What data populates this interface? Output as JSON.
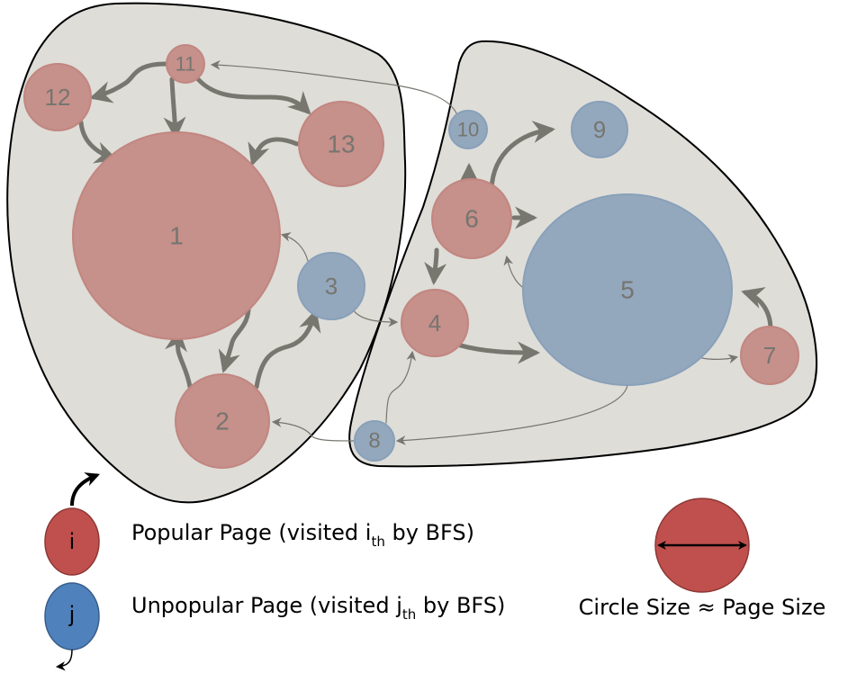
{
  "diagram": {
    "title": "Web page crawl graph with BFS visit order",
    "colors": {
      "region_fill": "#deddd8",
      "region_stroke": "#000000",
      "popular_fill": "#c6908b",
      "popular_stroke": "#c28680",
      "unpopular_fill": "#94a8bd",
      "unpopular_stroke": "#88a0b9",
      "edge": "#77766f",
      "label": "#76756f",
      "legend_popular": "#c0504d",
      "legend_unpopular": "#4f81bd"
    },
    "regions": [
      {
        "id": "left-site",
        "nodes": [
          "1",
          "2",
          "3",
          "11",
          "12",
          "13"
        ]
      },
      {
        "id": "right-site",
        "nodes": [
          "4",
          "5",
          "6",
          "7",
          "8",
          "9",
          "10"
        ]
      }
    ],
    "nodes": [
      {
        "id": "1",
        "label": "1",
        "type": "popular"
      },
      {
        "id": "2",
        "label": "2",
        "type": "popular"
      },
      {
        "id": "3",
        "label": "3",
        "type": "unpopular"
      },
      {
        "id": "4",
        "label": "4",
        "type": "popular"
      },
      {
        "id": "5",
        "label": "5",
        "type": "unpopular"
      },
      {
        "id": "6",
        "label": "6",
        "type": "popular"
      },
      {
        "id": "7",
        "label": "7",
        "type": "popular"
      },
      {
        "id": "8",
        "label": "8",
        "type": "unpopular"
      },
      {
        "id": "9",
        "label": "9",
        "type": "unpopular"
      },
      {
        "id": "10",
        "label": "10",
        "type": "unpopular"
      },
      {
        "id": "11",
        "label": "11",
        "type": "popular"
      },
      {
        "id": "12",
        "label": "12",
        "type": "popular"
      },
      {
        "id": "13",
        "label": "13",
        "type": "popular"
      }
    ],
    "edges": [
      {
        "from": "11",
        "to": "12",
        "weight": "thick"
      },
      {
        "from": "11",
        "to": "1",
        "weight": "thick"
      },
      {
        "from": "11",
        "to": "13",
        "weight": "thick"
      },
      {
        "from": "12",
        "to": "1",
        "weight": "thick"
      },
      {
        "from": "13",
        "to": "1",
        "weight": "thick"
      },
      {
        "from": "1",
        "to": "2",
        "weight": "thick"
      },
      {
        "from": "2",
        "to": "1",
        "weight": "thick"
      },
      {
        "from": "2",
        "to": "3",
        "weight": "thick"
      },
      {
        "from": "3",
        "to": "1",
        "weight": "thin"
      },
      {
        "from": "3",
        "to": "4",
        "weight": "thin"
      },
      {
        "from": "6",
        "to": "10",
        "weight": "thick"
      },
      {
        "from": "6",
        "to": "9",
        "weight": "thick"
      },
      {
        "from": "6",
        "to": "5",
        "weight": "thick"
      },
      {
        "from": "6",
        "to": "4",
        "weight": "thick"
      },
      {
        "from": "5",
        "to": "6",
        "weight": "thin"
      },
      {
        "from": "4",
        "to": "5",
        "weight": "thick"
      },
      {
        "from": "5",
        "to": "7",
        "weight": "thin"
      },
      {
        "from": "7",
        "to": "5",
        "weight": "thick"
      },
      {
        "from": "5",
        "to": "8",
        "weight": "thin"
      },
      {
        "from": "8",
        "to": "4",
        "weight": "thin"
      },
      {
        "from": "8",
        "to": "2",
        "weight": "thin"
      },
      {
        "from": "10",
        "to": "11",
        "weight": "thin"
      }
    ]
  },
  "legend": {
    "popular": {
      "glyph": "i",
      "text": "Popular Page (visited i",
      "subscript": "th",
      "suffix": " by BFS)"
    },
    "unpopular": {
      "glyph": "j",
      "text": "Unpopular Page (visited j",
      "subscript": "th",
      "suffix": " by BFS)"
    },
    "size": {
      "text": "Circle Size ≈ Page Size"
    }
  }
}
